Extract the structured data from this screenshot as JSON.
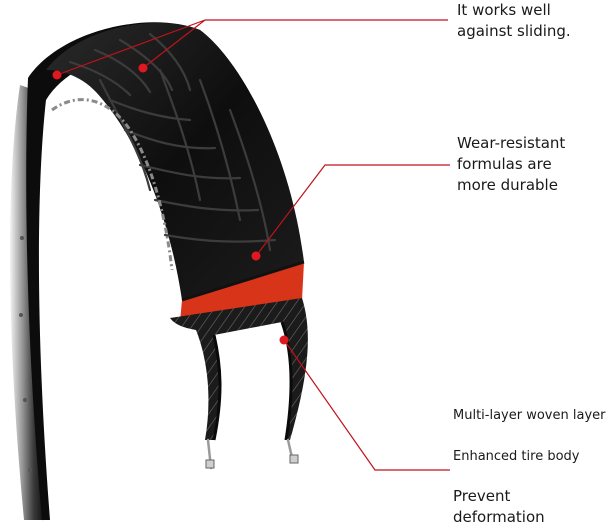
{
  "callouts": {
    "sliding": {
      "lines": [
        "It works well",
        "against sliding."
      ]
    },
    "wear": {
      "lines": [
        "Wear-resistant",
        "formulas are",
        "more durable"
      ]
    },
    "woven": {
      "text": "Multi-layer woven layer"
    },
    "body": {
      "text": "Enhanced tire body"
    },
    "deform": {
      "lines": [
        "Prevent",
        "deformation"
      ]
    }
  },
  "colors": {
    "leader_line": "#c0121c",
    "marker_dot": "#e01822",
    "rubber": "#121212",
    "red_band": "#d8341a",
    "rim": "#2a2a2a"
  }
}
